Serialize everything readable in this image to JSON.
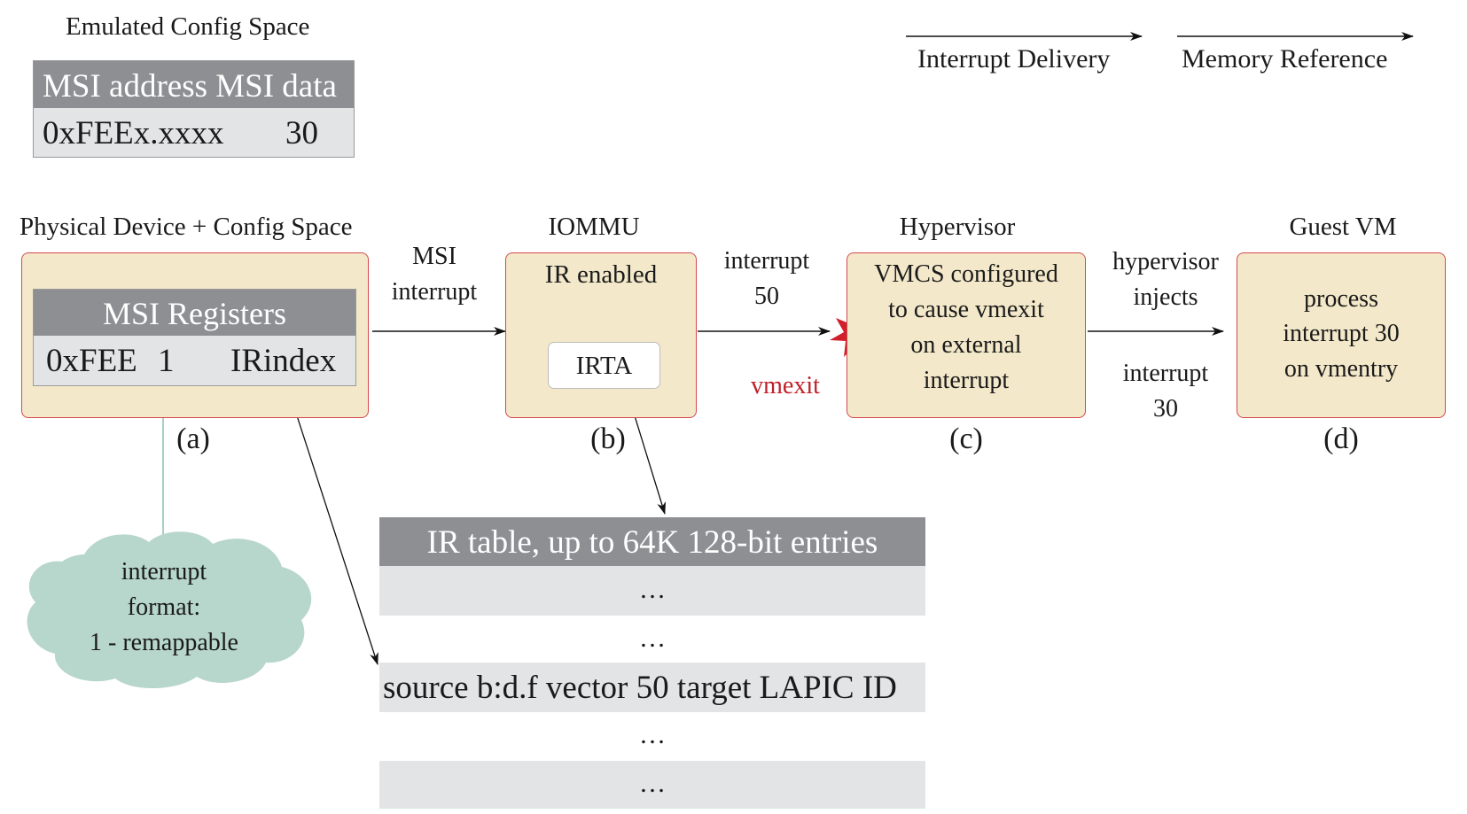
{
  "legend": {
    "interrupt_delivery": "Interrupt Delivery",
    "memory_reference": "Memory Reference"
  },
  "emulated_config": {
    "title": "Emulated Config Space",
    "header": "MSI address MSI data",
    "address_value": "0xFEEx.xxxx",
    "data_value": "30"
  },
  "device": {
    "title": "Physical Device + Config Space",
    "registers_header": "MSI Registers",
    "reg_addr": "0xFEE",
    "reg_format": "1",
    "reg_index": "IRindex",
    "label": "(a)"
  },
  "cloud": {
    "line1": "interrupt",
    "line2": "format:",
    "line3": "1 - remappable"
  },
  "edge_a_b": {
    "line1": "MSI",
    "line2": "interrupt"
  },
  "iommu": {
    "title": "IOMMU",
    "text": "IR enabled",
    "irta": "IRTA",
    "label": "(b)"
  },
  "edge_b_c": {
    "line1": "interrupt",
    "line2": "50",
    "vmexit": "vmexit"
  },
  "hypervisor": {
    "title": "Hypervisor",
    "line1": "VMCS configured",
    "line2": "to cause vmexit",
    "line3": "on external",
    "line4": "interrupt",
    "label": "(c)"
  },
  "edge_c_d": {
    "line1": "hypervisor",
    "line2": "injects",
    "line3": "interrupt",
    "line4": "30"
  },
  "guest": {
    "title": "Guest VM",
    "line1": "process",
    "line2": "interrupt 30",
    "line3": "on vmentry",
    "label": "(d)"
  },
  "ir_table": {
    "header": "IR table, up to 64K 128-bit entries",
    "row1": "…",
    "row2": "…",
    "entry": "source b:d.f  vector 50  target LAPIC ID",
    "row4": "…",
    "row5": "…"
  },
  "colors": {
    "box_fill": "#f3e8c9",
    "box_border": "#d4484e",
    "header_gray": "#8e8f93",
    "row_gray": "#e3e4e6",
    "cloud": "#b7d6cc",
    "vmexit_red": "#c0202a"
  }
}
